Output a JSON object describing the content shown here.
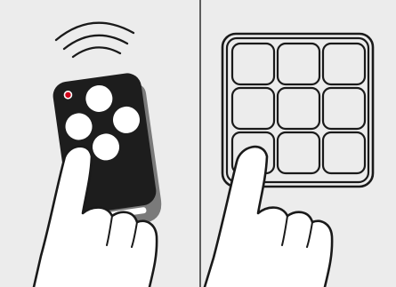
{
  "illustration": {
    "panels": [
      {
        "id": "remote",
        "device": "four-button-remote-control",
        "icon": "remote-control-icon",
        "button_count": 4,
        "indicator": "red-led",
        "signal": "wireless-signal-waves",
        "gesture": "hand-pressing-button"
      },
      {
        "id": "keypad",
        "device": "nine-key-keypad",
        "icon": "keypad-icon",
        "key_grid": {
          "rows": 3,
          "columns": 3
        },
        "gesture": "hand-pressing-key"
      }
    ]
  },
  "colors": {
    "background": "#ececec",
    "outline": "#1a1a1a",
    "remote_body": "#1d1d1d",
    "remote_shadow": "#7a7a7a",
    "button_fill": "#ffffff",
    "led": "#d0021b",
    "keypad_fill": "#ececec",
    "hand_fill": "#ffffff",
    "divider": "#3a3a3a"
  }
}
